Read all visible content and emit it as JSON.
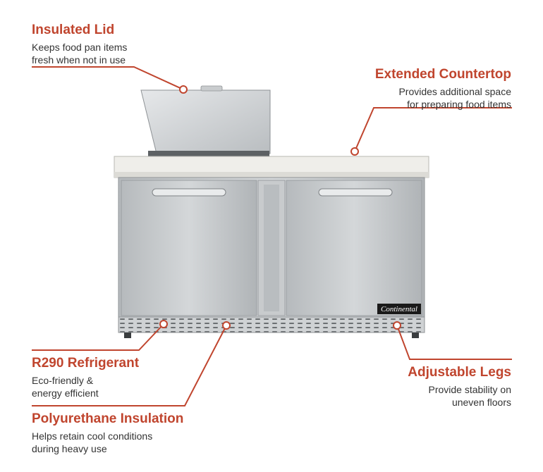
{
  "callouts": {
    "insulated_lid": {
      "title": "Insulated Lid",
      "desc_lines": [
        "Keeps food pan items",
        "fresh when not in use"
      ]
    },
    "extended_countertop": {
      "title": "Extended Countertop",
      "desc_lines": [
        "Provides additional space",
        "for preparing food items"
      ]
    },
    "r290": {
      "title": "R290 Refrigerant",
      "desc_lines": [
        "Eco-friendly &",
        "energy efficient"
      ]
    },
    "polyurethane": {
      "title": "Polyurethane Insulation",
      "desc_lines": [
        "Helps retain cool conditions",
        "during heavy use"
      ]
    },
    "adjustable_legs": {
      "title": "Adjustable Legs",
      "desc_lines": [
        "Provide stability on",
        "uneven floors"
      ]
    }
  },
  "product": {
    "brand": "Continental"
  },
  "colors": {
    "accent": "#c0452e",
    "text": "#333333",
    "steel": "#bfc3c6"
  }
}
